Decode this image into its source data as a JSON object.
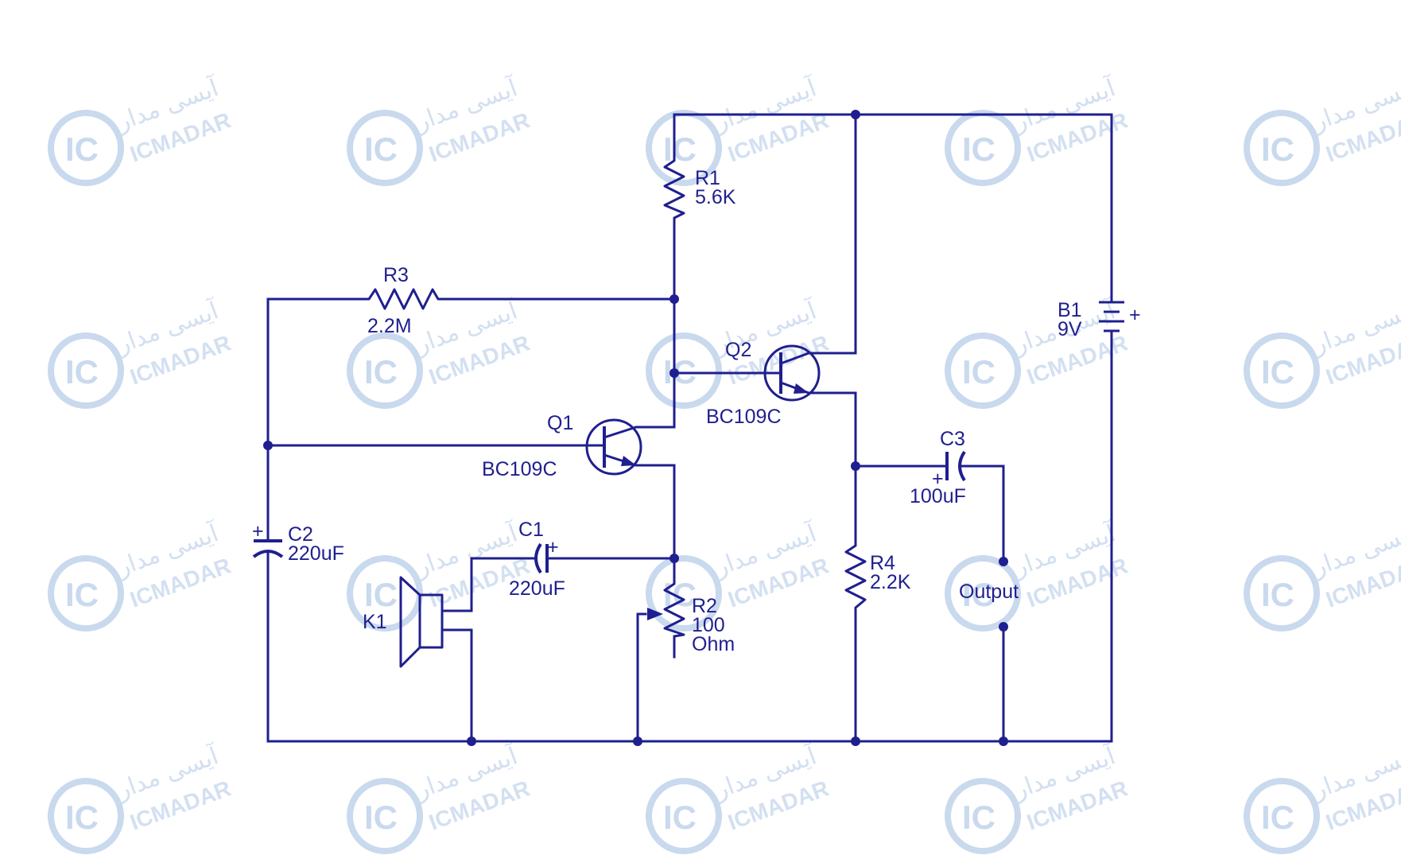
{
  "watermark": {
    "logo_text": "IC",
    "brand_text": "ICMADAR",
    "brand_text_fa": "آیسی مدار",
    "color": "#c9d9ee"
  },
  "diagram": {
    "wire_color": "#1f1f8f",
    "components": {
      "r1": {
        "ref": "R1",
        "value": "5.6K"
      },
      "r3": {
        "ref": "R3",
        "value": "2.2M"
      },
      "q1": {
        "ref": "Q1",
        "part": "BC109C"
      },
      "q2": {
        "ref": "Q2",
        "part": "BC109C"
      },
      "b1": {
        "ref": "B1",
        "value": "9V",
        "polarity": "+"
      },
      "c1": {
        "ref": "C1",
        "value": "220uF",
        "polarity": "+"
      },
      "c2": {
        "ref": "C2",
        "value": "220uF",
        "polarity": "+"
      },
      "c3": {
        "ref": "C3",
        "value": "100uF",
        "polarity": "+"
      },
      "r2": {
        "ref": "R2",
        "value_line1": "100",
        "value_line2": "Ohm"
      },
      "r4": {
        "ref": "R4",
        "value": "2.2K"
      },
      "k1": {
        "ref": "K1"
      },
      "output": {
        "label": "Output"
      }
    }
  }
}
